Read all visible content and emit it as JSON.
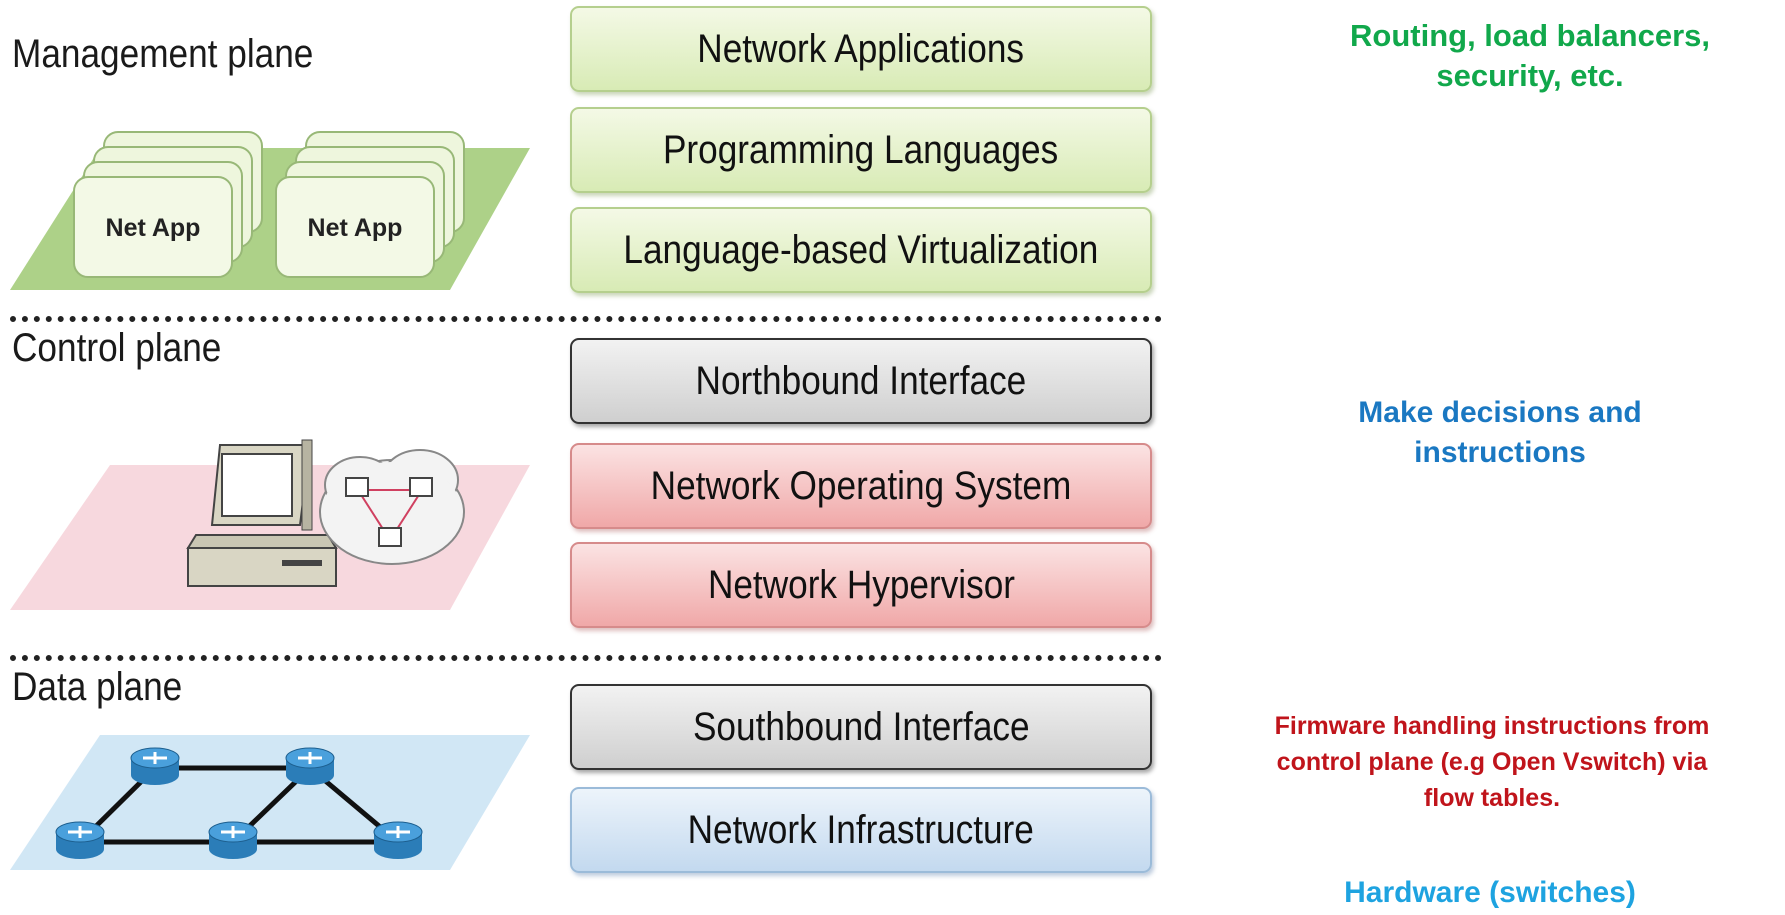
{
  "planes": {
    "management": "Management plane",
    "control": "Control plane",
    "data": "Data plane"
  },
  "layers": {
    "network_applications": "Network Applications",
    "programming_languages": "Programming Languages",
    "language_virtualization": "Language-based Virtualization",
    "northbound_interface": "Northbound Interface",
    "network_os": "Network Operating System",
    "network_hypervisor": "Network Hypervisor",
    "southbound_interface": "Southbound Interface",
    "network_infrastructure": "Network Infrastructure"
  },
  "illustrations": {
    "net_app_1": "Net App",
    "net_app_2": "Net App"
  },
  "notes": {
    "management": "Routing, load balancers, security, etc.",
    "control": "Make decisions and instructions",
    "data": "Firmware handling instructions from control plane (e.g Open Vswitch) via flow tables.",
    "hardware": "Hardware (switches)"
  },
  "colors": {
    "management_note": "#11a84b",
    "control_note": "#1a78c2",
    "data_note": "#c0141b",
    "hardware_note": "#1ea3e0"
  }
}
